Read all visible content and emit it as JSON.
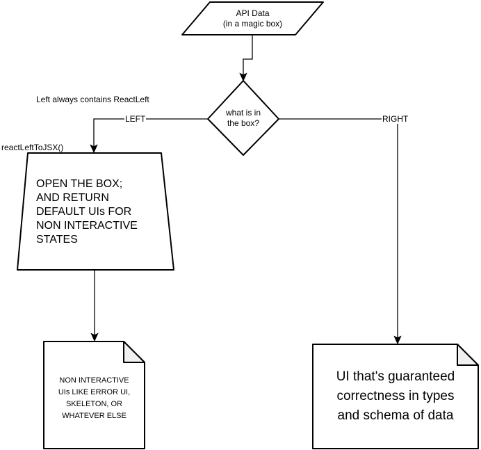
{
  "diagram": {
    "type": "flowchart",
    "colors": {
      "background": "#ffffff",
      "stroke": "#000000",
      "shape_fill": "#ffffff",
      "note_fold_fill": "#f0f0f0"
    },
    "nodes": {
      "api_data": {
        "shape": "parallelogram",
        "label": "API Data\n(in a magic box)"
      },
      "decision": {
        "shape": "diamond",
        "label": "what is in\nthe box?"
      },
      "open_box": {
        "shape": "trapezoid",
        "label": "OPEN THE BOX;\nAND RETURN\nDEFAULT UIs FOR\nNON INTERACTIVE\nSTATES"
      },
      "non_interactive_note": {
        "shape": "note",
        "label": "NON INTERACTIVE\nUIs LIKE ERROR UI,\nSKELETON, OR\nWHATEVER ELSE"
      },
      "guaranteed_note": {
        "shape": "note",
        "label": "UI that's guaranteed\ncorrectness in types\nand schema of data"
      }
    },
    "edges": {
      "left_branch_label": "LEFT",
      "right_branch_label": "RIGHT"
    },
    "annotations": {
      "left_contains": "Left always contains ReactLeft",
      "react_left_to_jsx": "reactLeftToJSX()"
    }
  }
}
